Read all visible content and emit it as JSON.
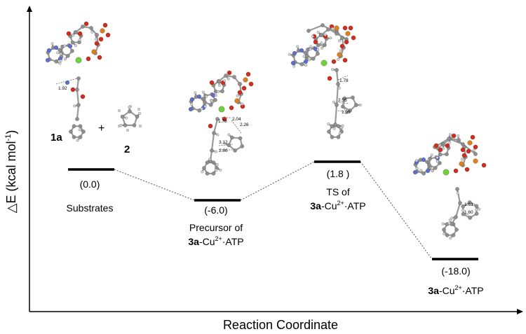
{
  "axes": {
    "ylabel_symbol": "△E",
    "ylabel_unit": "(kcal mol",
    "ylabel_exp": "-1",
    "ylabel_close": ")",
    "xlabel": "Reaction Coordinate"
  },
  "levels": [
    {
      "id": "substrates",
      "energy": 0.0,
      "value_label": "(0.0)",
      "line1": "Substrates",
      "line2_bold": "",
      "line2_rest": "",
      "line2_sup": "",
      "line2_tail": ""
    },
    {
      "id": "precursor",
      "energy": -6.0,
      "value_label": "(-6.0)",
      "line1": "Precursor of",
      "line2_bold": "3a",
      "line2_rest": "-Cu",
      "line2_sup": "2+",
      "line2_tail": "·ATP"
    },
    {
      "id": "ts",
      "energy": 1.8,
      "value_label": "(1.8 )",
      "line1": "TS of",
      "line2_bold": "3a",
      "line2_rest": "-Cu",
      "line2_sup": "2+",
      "line2_tail": "·ATP"
    },
    {
      "id": "product",
      "energy": -18.0,
      "value_label": "(-18.0)",
      "line1": "",
      "line2_bold": "3a",
      "line2_rest": "-Cu",
      "line2_sup": "2+",
      "line2_tail": "·ATP"
    }
  ],
  "molecule_labels": {
    "m1": "1a",
    "m2": "2",
    "plus": "+"
  },
  "distances": {
    "substrate": [
      "1.92"
    ],
    "precursor": [
      "1.78",
      "2.04",
      "2.26",
      "3.12",
      "2.86"
    ],
    "ts": [
      "1.78",
      "2.55",
      "1.99"
    ],
    "product": [
      "1.63",
      "1.60"
    ]
  },
  "colors": {
    "carbon": "#8f8f8f",
    "hydrogen": "#d8d8d8",
    "nitrogen": "#5a6fd0",
    "oxygen": "#d42a1e",
    "phosphorus": "#e07f1a",
    "copper": "#6fd23a"
  }
}
